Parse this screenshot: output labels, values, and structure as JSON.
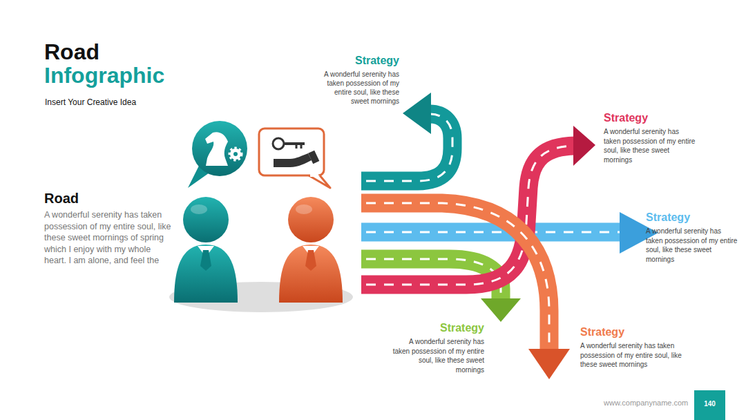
{
  "diagram": {
    "title": "Road Infographic",
    "nodes": [
      {
        "text": [
          "Road",
          "A wonderful serenity has taken possession of my entire soul, like these sweet mornings of spring which I enjoy with my whole heart. I am alone, and feel the"
        ]
      },
      {
        "text": [
          "Strategy",
          "A wonderful serenity has taken possession of my entire soul, like these sweet mornings"
        ]
      },
      {
        "text": [
          "Strategy",
          "A wonderful serenity has taken possession of my entire soul, like these sweet mornings"
        ]
      },
      {
        "text": [
          "Strategy",
          "A wonderful serenity has taken possession of my entire soul, like these sweet mornings"
        ]
      },
      {
        "text": [
          "Strategy",
          "A wonderful serenity has taken possession of my entire soul, like these sweet mornings"
        ]
      },
      {
        "text": [
          "Strategy",
          "A wonderful serenity has taken possession of my entire soul, like these sweet mornings"
        ]
      }
    ],
    "labels": [
      "Insert Your Creative Idea",
      "www.companyname.com",
      "140"
    ]
  }
}
